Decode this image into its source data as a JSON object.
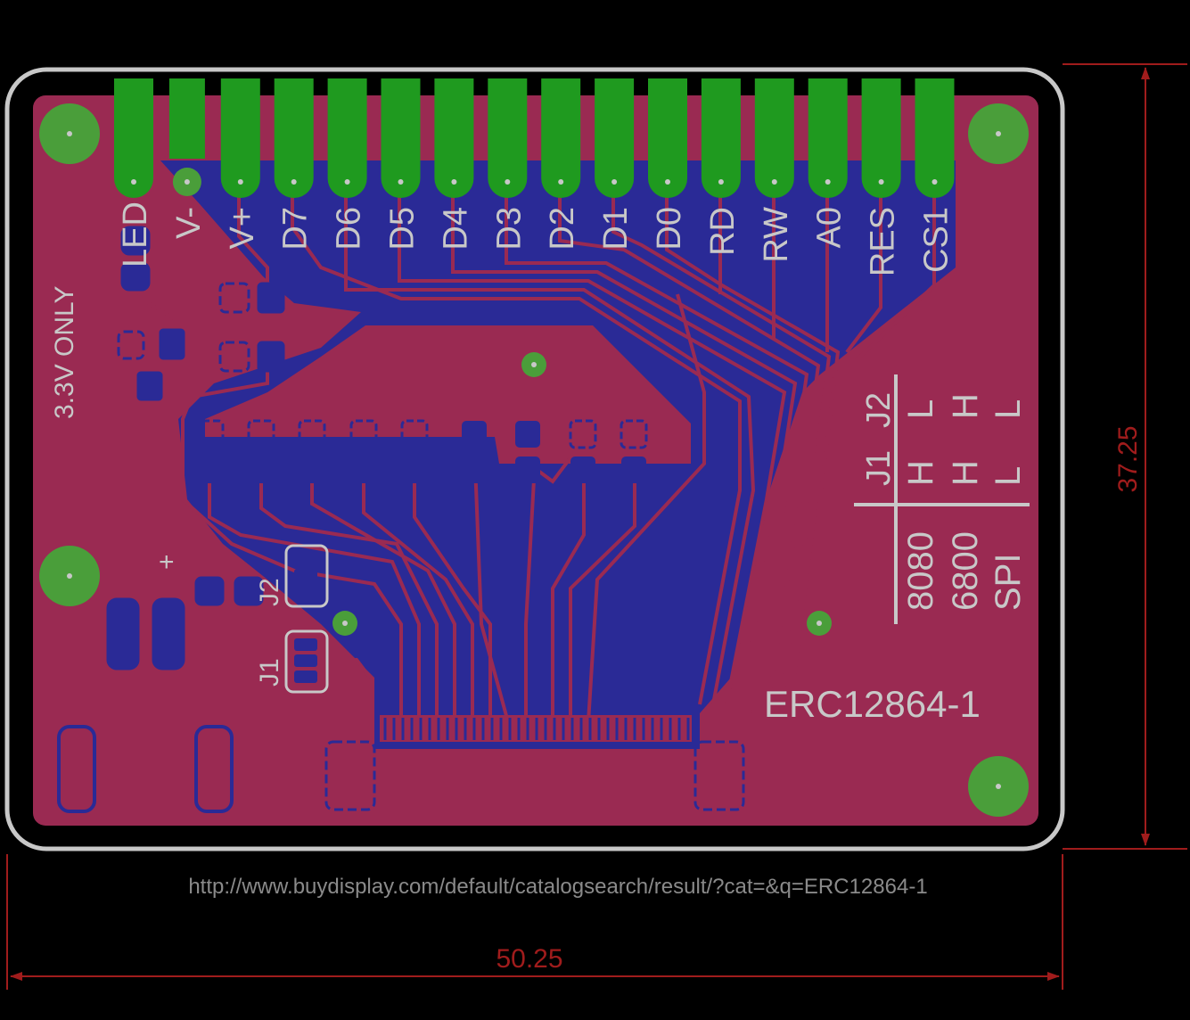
{
  "board": {
    "part_number": "ERC12864-1",
    "url": "http://www.buydisplay.com/default/catalogsearch/result/?cat=&q=ERC12864-1",
    "voltage_note": "3.3V ONLY"
  },
  "pins": [
    "LED",
    "V-",
    "V+",
    "D7",
    "D6",
    "D5",
    "D4",
    "D3",
    "D2",
    "D1",
    "D0",
    "RD",
    "RW",
    "A0",
    "RES",
    "CS1"
  ],
  "jumpers": {
    "j1": "J1",
    "j2": "J2",
    "plus": "+"
  },
  "mode_table": {
    "header": {
      "j1": "J1",
      "j2": "J2"
    },
    "rows": [
      {
        "mode": "8080",
        "j1": "H",
        "j2": "L"
      },
      {
        "mode": "6800",
        "j1": "H",
        "j2": "H"
      },
      {
        "mode": "SPI",
        "j1": "L",
        "j2": "L"
      }
    ]
  },
  "dimensions": {
    "width": "50.25",
    "height": "37.25"
  },
  "colors": {
    "background": "#000000",
    "board": "#9a2a52",
    "copper_bottom": "#2a2a96",
    "pads": "#1f9a1f",
    "silkscreen": "#c8c8c8",
    "dimension": "#a01c1c"
  }
}
